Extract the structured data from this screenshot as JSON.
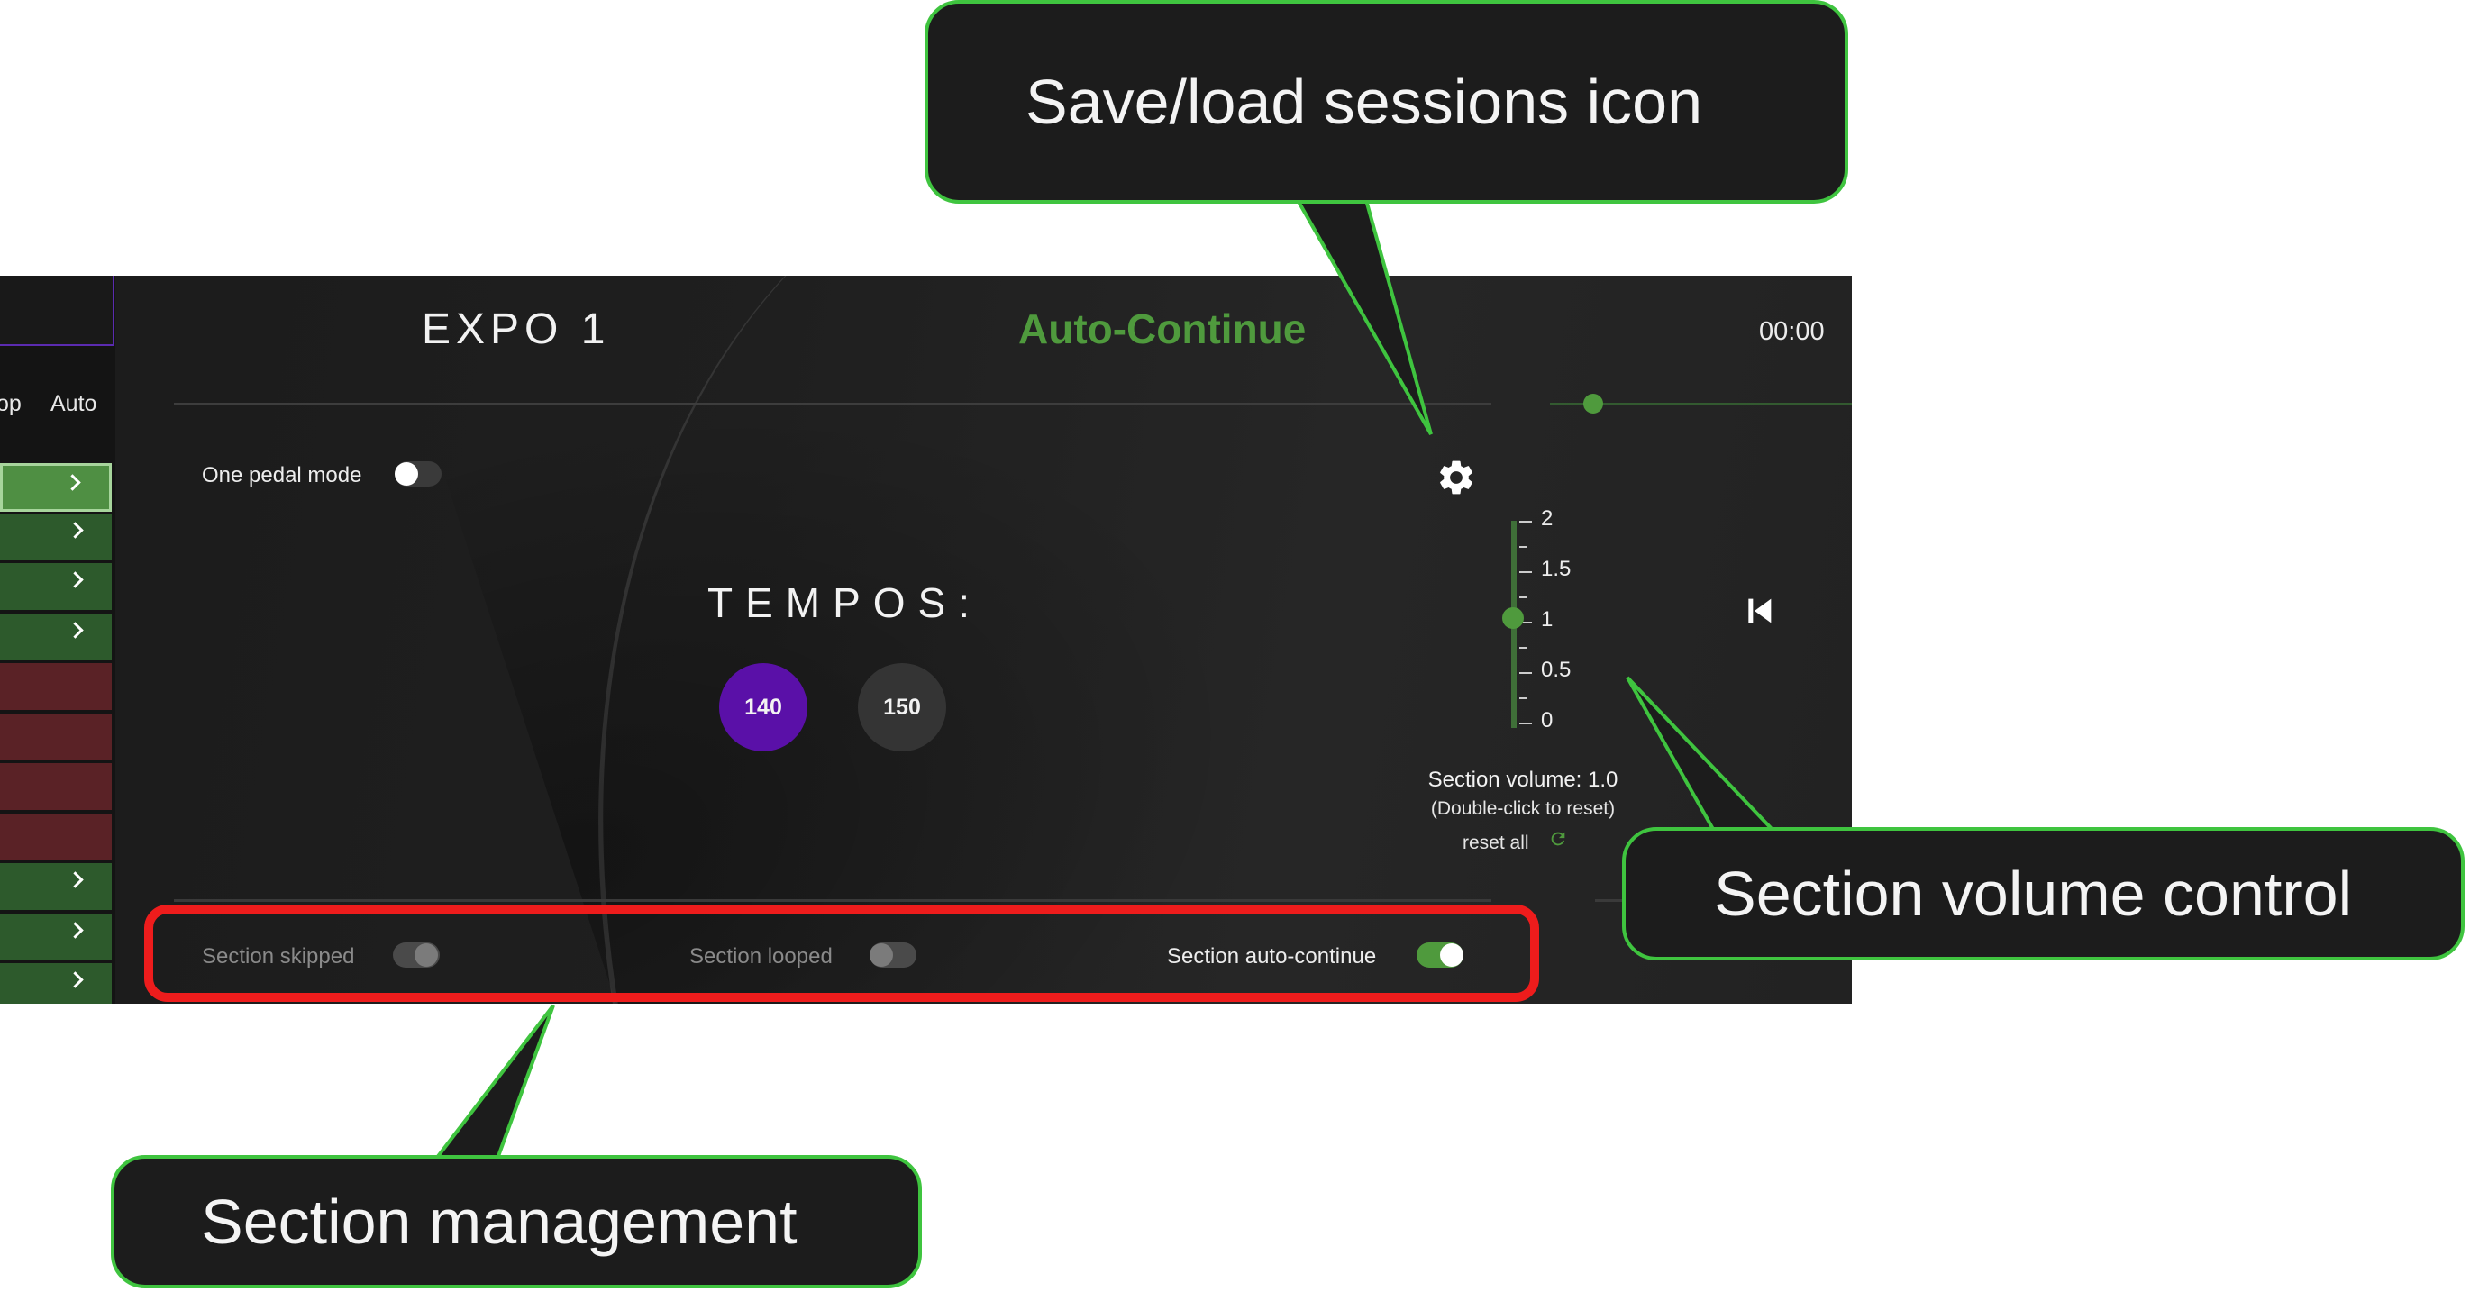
{
  "app": {
    "section_title": "EXPO 1",
    "mode_label": "Auto-Continue",
    "timer": "00:00",
    "sidebar": {
      "headers": [
        "op",
        "Auto"
      ],
      "rows": [
        {
          "color": "green",
          "selected": true
        },
        {
          "color": "green"
        },
        {
          "color": "green"
        },
        {
          "color": "green"
        },
        {
          "color": "red"
        },
        {
          "color": "red"
        },
        {
          "color": "red"
        },
        {
          "color": "red"
        },
        {
          "color": "green"
        },
        {
          "color": "green"
        },
        {
          "color": "green"
        }
      ]
    },
    "one_pedal_mode": {
      "label": "One pedal mode",
      "enabled": false
    },
    "tempos": {
      "heading": "TEMPOS:",
      "values": [
        "140",
        "150"
      ],
      "selected": "140"
    },
    "volume": {
      "ticks": [
        "2",
        "1.5",
        "1",
        "0.5",
        "0"
      ],
      "value": 1.0,
      "caption": "Section volume: 1.0",
      "hint": "(Double-click to reset)",
      "reset_label": "reset all"
    },
    "section_options": [
      {
        "label": "Section skipped",
        "enabled": false,
        "dimmed": true
      },
      {
        "label": "Section looped",
        "enabled": false,
        "dimmed": true
      },
      {
        "label": "Section auto-continue",
        "enabled": true,
        "dimmed": false
      }
    ]
  },
  "callouts": {
    "sessions": "Save/load sessions icon",
    "volume": "Section volume control",
    "section": "Section management"
  },
  "colors": {
    "accent_green": "#4f9a3d",
    "callout_border": "#3fc43f",
    "highlight_red": "#ee1c1c",
    "tempo_selected": "#5a10a8"
  },
  "icons": [
    "gear-icon",
    "skip-back-icon",
    "refresh-icon",
    "chevron-right-icon"
  ]
}
